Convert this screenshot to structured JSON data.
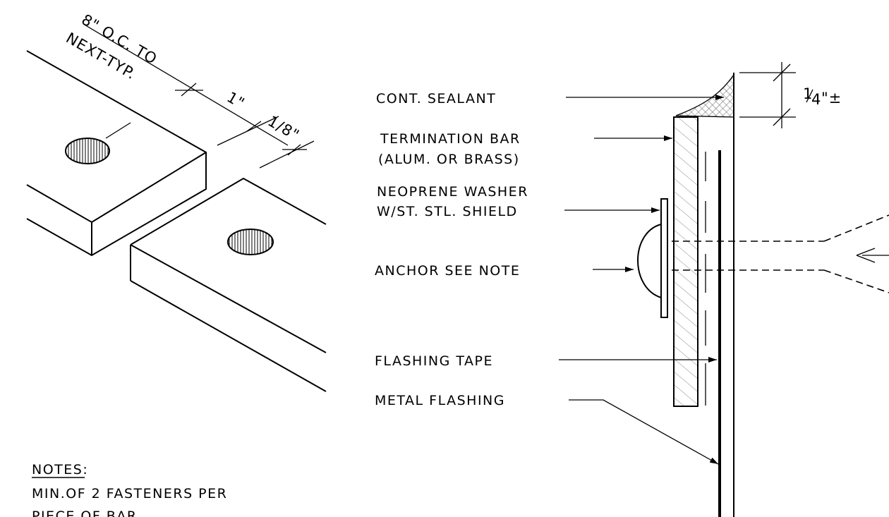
{
  "iso": {
    "dim_spacing_line1": "8\" O.C. TO",
    "dim_spacing_line2": "NEXT-TYP.",
    "dim_edge": "1\"",
    "dim_gap": "1/8\""
  },
  "section": {
    "dim_sealant_num": "1",
    "dim_sealant_den": "4",
    "dim_sealant_suffix": "\"±"
  },
  "labels": {
    "cont_sealant": "CONT. SEALANT",
    "termination_bar_1": "TERMINATION BAR",
    "termination_bar_2": "(ALUM. OR BRASS)",
    "neoprene_washer_1": "NEOPRENE WASHER",
    "neoprene_washer_2": "W/ST. STL. SHIELD",
    "anchor": "ANCHOR SEE NOTE",
    "flashing_tape": "FLASHING TAPE",
    "metal_flashing": "METAL FLASHING"
  },
  "notes": {
    "heading": "NOTES:",
    "line1": "MIN.OF 2 FASTENERS PER",
    "line2": "PIECE OF BAR"
  },
  "colors": {
    "ink": "#000000",
    "paper": "#ffffff",
    "hatch": "#888888"
  }
}
